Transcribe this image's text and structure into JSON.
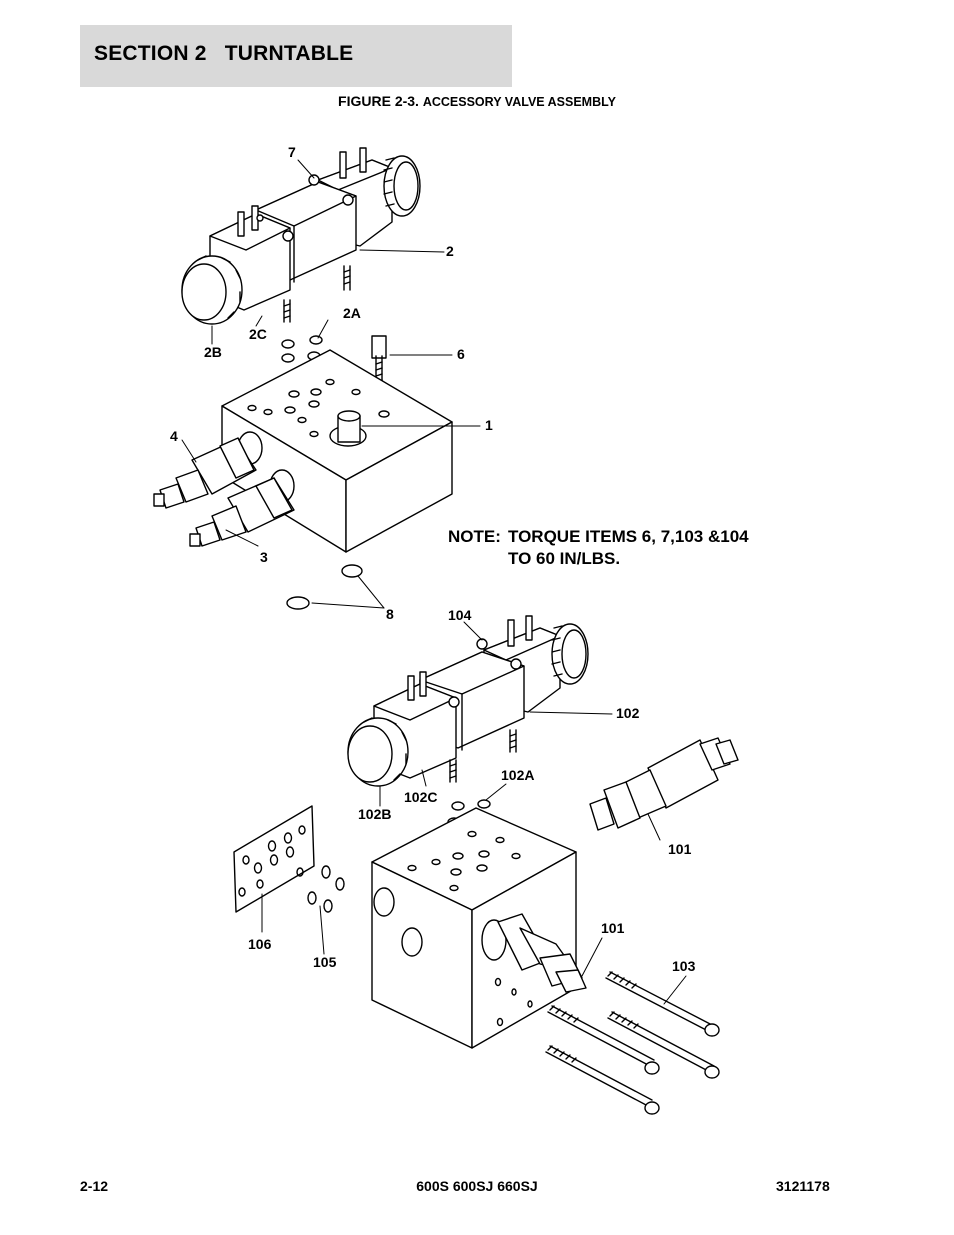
{
  "header": {
    "section": "SECTION 2",
    "section_name": "TURNTABLE"
  },
  "figure": {
    "number": "FIGURE 2-3.",
    "name": "ACCESSORY VALVE ASSEMBLY"
  },
  "note": {
    "label": "NOTE:",
    "line1": "TORQUE ITEMS 6, 7,103 &104",
    "line2": "TO 60 IN/LBS."
  },
  "callouts": {
    "c7": "7",
    "c2": "2",
    "c2a": "2A",
    "c2c": "2C",
    "c2b": "2B",
    "c6": "6",
    "c1": "1",
    "c4": "4",
    "c3": "3",
    "c8": "8",
    "c104": "104",
    "c102": "102",
    "c102a": "102A",
    "c102c": "102C",
    "c102b": "102B",
    "c101a": "101",
    "c101b": "101",
    "c106": "106",
    "c105": "105",
    "c103": "103"
  },
  "footer": {
    "page": "2-12",
    "models": "600S 600SJ 660SJ",
    "doc_number": "3121178"
  }
}
